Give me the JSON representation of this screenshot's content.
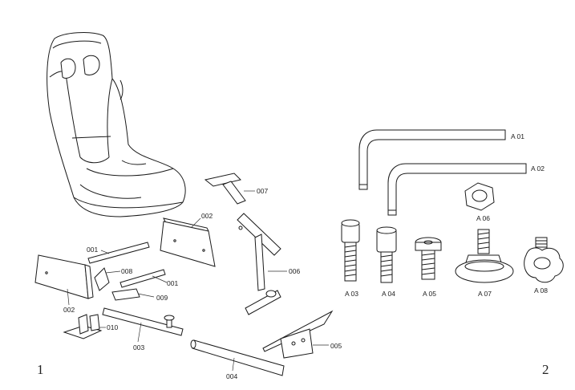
{
  "page_numbers": {
    "left": "1",
    "right": "2"
  },
  "parts": {
    "p001a": "001",
    "p001b": "001",
    "p002a": "002",
    "p002b": "002",
    "p003": "003",
    "p004": "004",
    "p005": "005",
    "p006": "006",
    "p007": "007",
    "p008": "008",
    "p009": "009",
    "p010": "010"
  },
  "hardware": {
    "a01": "A 01",
    "a02": "A 02",
    "a03": "A 03",
    "a04": "A 04",
    "a05": "A 05",
    "a06": "A 06",
    "a07": "A 07",
    "a08": "A 08"
  }
}
